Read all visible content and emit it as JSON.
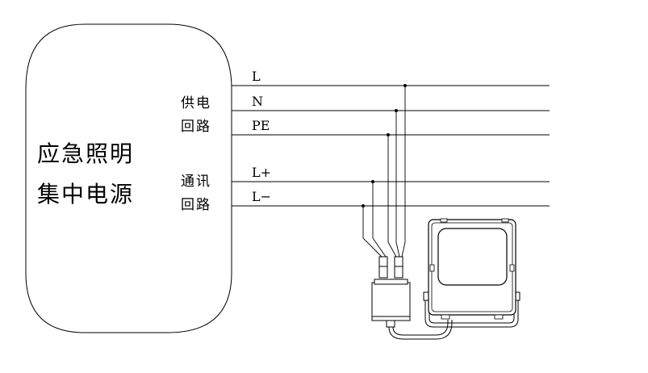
{
  "power_unit": {
    "line1": "应急照明",
    "line2": "集中电源"
  },
  "supply_circuit": {
    "line1": "供电",
    "line2": "回路"
  },
  "comm_circuit": {
    "line1": "通讯",
    "line2": "回路"
  },
  "wires": {
    "L": "L",
    "N": "N",
    "PE": "PE",
    "Lplus": "L+",
    "Lminus": "L−"
  },
  "icons": {
    "junction": "junction-box-icon",
    "lamp": "floodlight-icon"
  }
}
